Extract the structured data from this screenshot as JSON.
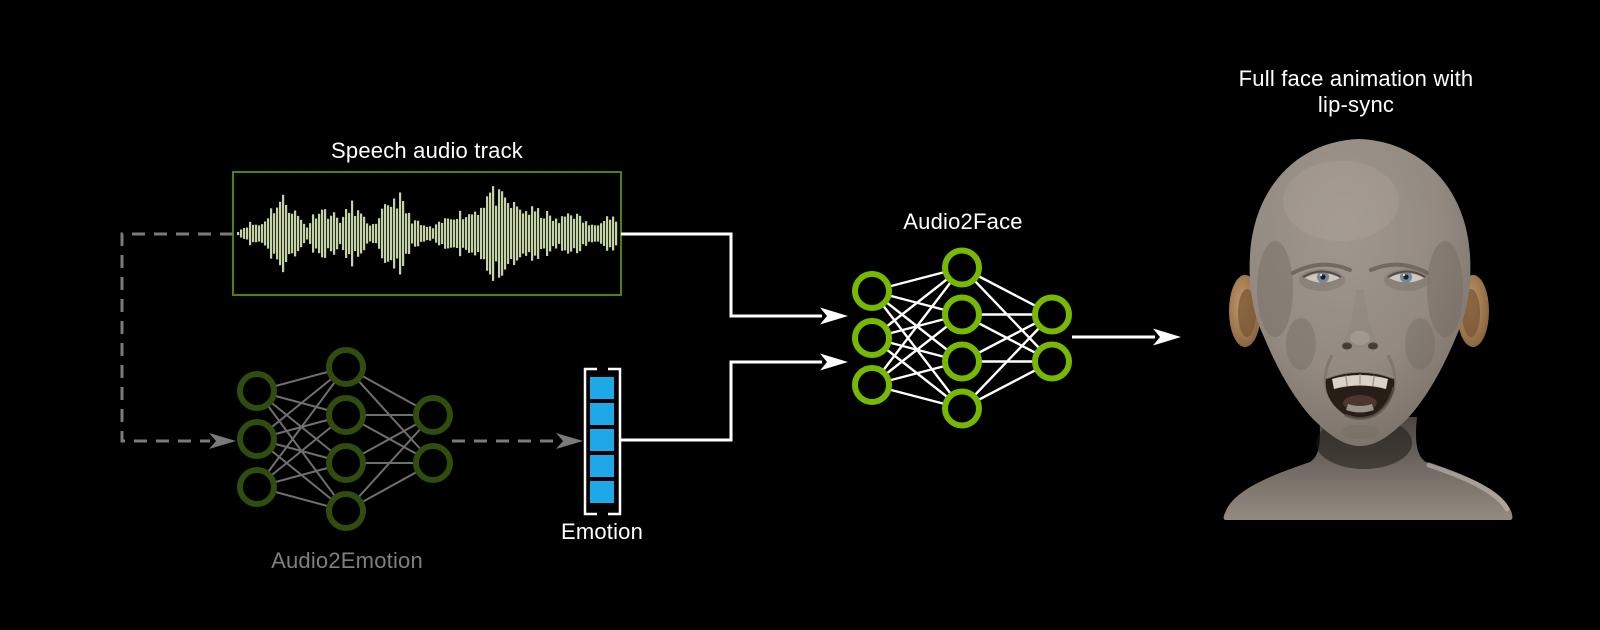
{
  "colors": {
    "background": "#000000",
    "nvidia_green": "#76b900",
    "dark_green": "#2f4d0e",
    "box_border_green": "#4f8206",
    "waveform_green": "#c3d3a5",
    "emotion_blue": "#1fa8e8",
    "line_gray": "#7a7a7a",
    "label_gray": "#7f7f7f",
    "line_white": "#ffffff"
  },
  "speech": {
    "label": "Speech audio track",
    "waveform_envelope": [
      0.05,
      0.22,
      0.18,
      0.55,
      0.75,
      0.45,
      0.15,
      0.55,
      0.45,
      0.3,
      0.62,
      0.3,
      0.15,
      0.65,
      0.8,
      0.35,
      0.18,
      0.12,
      0.28,
      0.45,
      0.4,
      0.55,
      0.9,
      0.75,
      0.6,
      0.5,
      0.48,
      0.4,
      0.25,
      0.5,
      0.3,
      0.15,
      0.4,
      0.3
    ]
  },
  "audio2emotion": {
    "label": "Audio2Emotion",
    "layers": [
      3,
      4,
      2
    ]
  },
  "emotion": {
    "label": "Emotion",
    "cells": 5
  },
  "audio2face": {
    "label": "Audio2Face",
    "layers": [
      3,
      4,
      2
    ]
  },
  "output": {
    "label_lines": [
      "Full face animation with",
      "lip-sync"
    ]
  }
}
